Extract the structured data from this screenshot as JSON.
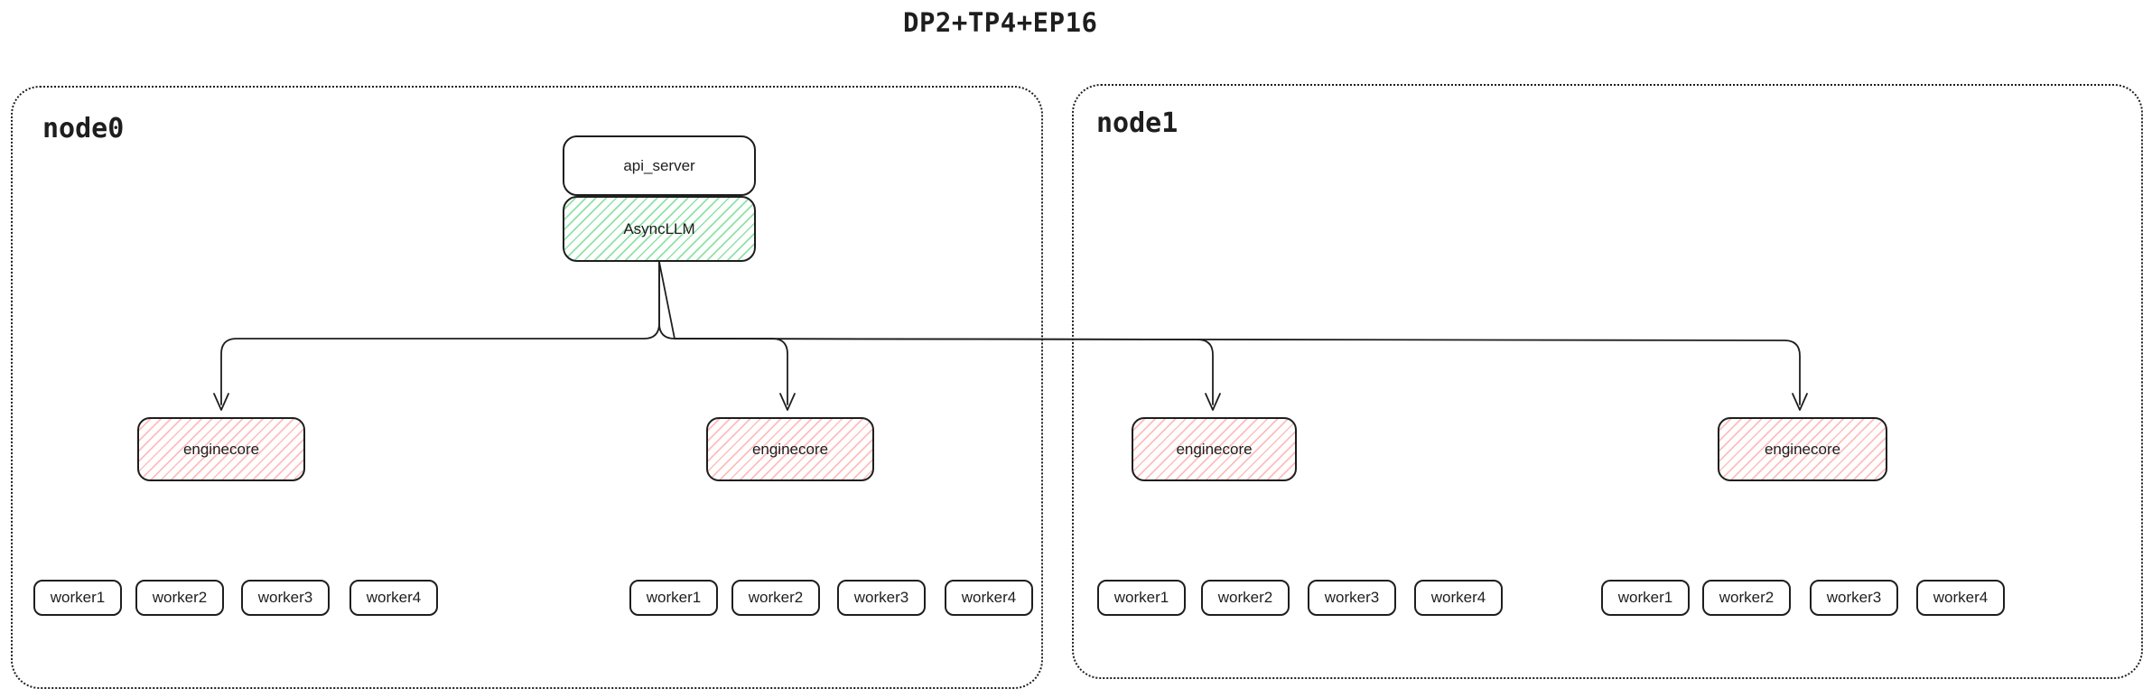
{
  "title": "DP2+TP4+EP16",
  "nodes": [
    {
      "label": "node0"
    },
    {
      "label": "node1"
    }
  ],
  "stack": {
    "api_server": "api_server",
    "async_llm": "AsyncLLM"
  },
  "groups": [
    {
      "enginecore": "enginecore",
      "workers": [
        "worker1",
        "worker2",
        "worker3",
        "worker4"
      ]
    },
    {
      "enginecore": "enginecore",
      "workers": [
        "worker1",
        "worker2",
        "worker3",
        "worker4"
      ]
    },
    {
      "enginecore": "enginecore",
      "workers": [
        "worker1",
        "worker2",
        "worker3",
        "worker4"
      ]
    },
    {
      "enginecore": "enginecore",
      "workers": [
        "worker1",
        "worker2",
        "worker3",
        "worker4"
      ]
    }
  ],
  "colors": {
    "stroke": "#1e1e1e",
    "green_hatch": "#8fe2a6",
    "red_hatch": "#ffbdbd",
    "background": "#ffffff"
  }
}
